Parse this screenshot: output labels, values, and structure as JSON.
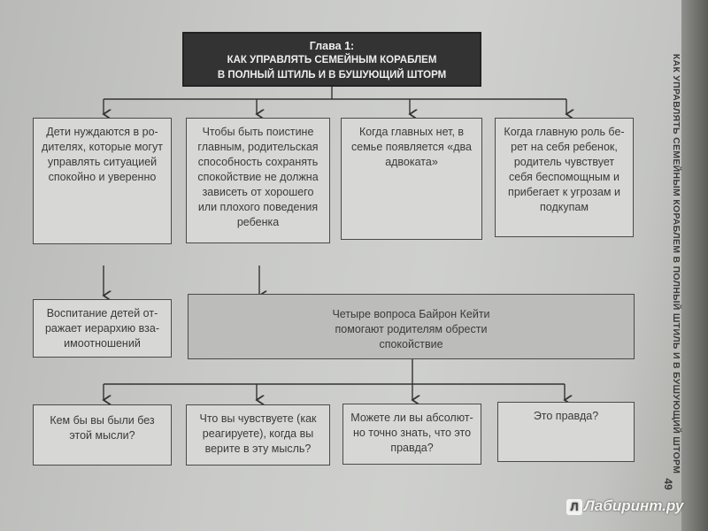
{
  "title": {
    "line1": "Глава 1:",
    "line2": "Как управлять семейным кораблем",
    "line3": "в полный штиль и в бушующий шторм"
  },
  "row1": [
    "Дети нуждаются в ро­дителях, которые могут управлять ситуацией спокойно и уверенно",
    "Чтобы быть поистине главным, родительская способность сохранять спокойствие не должна зависеть от хорошего или плохого поведения ребенка",
    "Когда главных нет, в семье появляется «два адвоката»",
    "Когда главную роль бе­рет на себя ребенок, родитель чувствует себя беспомощным и прибегает к угрозам и подкупам"
  ],
  "row2": {
    "left": "Воспитание детей от­ражает иерархию вза­имоотношений",
    "main": "Четыре вопроса Байрон Кейти помогают родителям обрести спокойствие"
  },
  "row3": [
    "Кем бы вы были без этой мысли?",
    "Что вы чувствуете (как реагируете), когда вы верите в эту мысль?",
    "Можете ли вы абсолют­но точно знать, что это правда?",
    "Это правда?"
  ],
  "side_header": "Как управлять семейным кораблем в полный штиль и в бушующий шторм",
  "page_number": "49",
  "watermark": "Лабиринт.ру"
}
